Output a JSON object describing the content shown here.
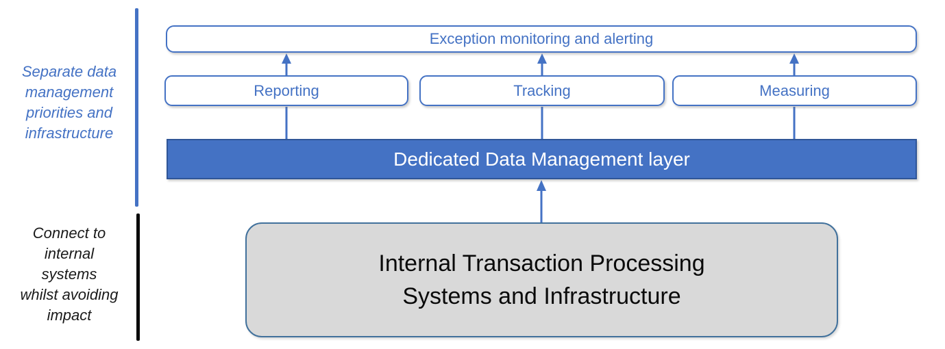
{
  "diagram": {
    "side_labels": {
      "separate": {
        "text": "Separate data\nmanagement\npriorities and\ninfrastructure",
        "color": "#4472C4"
      },
      "connect": {
        "text": "Connect to\ninternal\nsystems\nwhilst avoiding\nimpact",
        "color": "#1A1A1A"
      }
    },
    "top_box": {
      "label": "Exception monitoring and alerting"
    },
    "middle_boxes": [
      {
        "label": "Reporting"
      },
      {
        "label": "Tracking"
      },
      {
        "label": "Measuring"
      }
    ],
    "layer_bar": {
      "label": "Dedicated Data Management layer"
    },
    "bottom_box": {
      "label": "Internal Transaction Processing\nSystems and Infrastructure"
    },
    "colors": {
      "accent_blue": "#4472C4",
      "bar_border_blue": "#2F5597",
      "gray_fill": "#D9D9D9",
      "gray_border": "#41719C",
      "bar_text": "#FFFFFF",
      "black_text": "#1A1A1A"
    }
  }
}
